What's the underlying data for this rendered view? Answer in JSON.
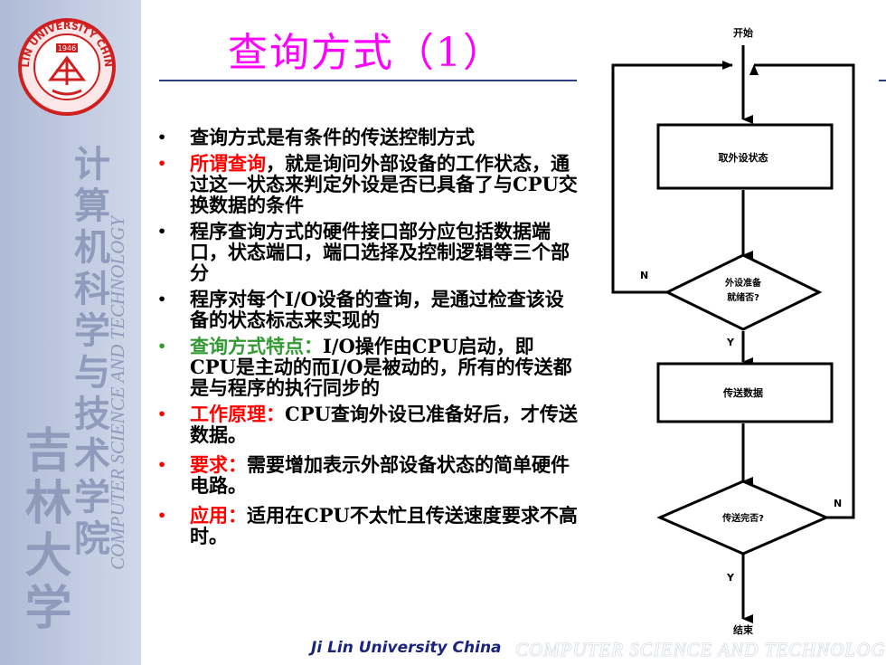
{
  "sidebar": {
    "logo_text": "JILIN UNIVERSITY CHINA",
    "logo_year": "1946",
    "vertical_cn_inner": "计算机科学与技术学院",
    "vertical_cn_outer": "吉林大学",
    "vertical_en": "COMPUTER SCIENCE AND TECHNOLOGY"
  },
  "title": "查询方式（1）",
  "bullets": [
    {
      "parts": [
        {
          "text": "查询方式是有条件的传送控制方式",
          "color": "black"
        }
      ],
      "dot": "black"
    },
    {
      "parts": [
        {
          "text": "所谓查询",
          "color": "red"
        },
        {
          "text": "，就是询问外部设备的工作状态，通过这一状态来判定外设是否已具备了与CPU交换数据的条件",
          "color": "black"
        }
      ],
      "dot": "red"
    },
    {
      "parts": [
        {
          "text": "程序查询方式的硬件接口部分应包括数据端口，状态端口，端口选择及控制逻辑等三个部分",
          "color": "black"
        }
      ],
      "dot": "black"
    },
    {
      "parts": [
        {
          "text": "程序对每个I/O设备的查询，是通过检查该设备的状态标志来实现的",
          "color": "black"
        }
      ],
      "dot": "black"
    },
    {
      "parts": [
        {
          "text": "查询方式特点：",
          "color": "green"
        },
        {
          "text": "I/O操作由CPU启动，即CPU是主动的而I/O是被动的，所有的传送都是与程序的执行同步的",
          "color": "black"
        }
      ],
      "dot": "green"
    },
    {
      "parts": [
        {
          "text": "工作原理：",
          "color": "red"
        },
        {
          "text": "CPU查询外设已准备好后，才传送数据。",
          "color": "black"
        }
      ],
      "dot": "red"
    },
    {
      "parts": [
        {
          "text": "要求：",
          "color": "red"
        },
        {
          "text": "需要增加表示外部设备状态的简单硬件电路。",
          "color": "black"
        }
      ],
      "dot": "red"
    },
    {
      "parts": [
        {
          "text": "应用：",
          "color": "red"
        },
        {
          "text": "适用在CPU不太忙且传送速度要求不高时。",
          "color": "black"
        }
      ],
      "dot": "red"
    }
  ],
  "flowchart": {
    "start": "开始",
    "step1": "取外设状态",
    "decision1_line1": "外设准备",
    "decision1_line2": "就绪否?",
    "step2": "传送数据",
    "decision2": "传送完否?",
    "end": "结束",
    "no_label": "N",
    "yes_label": "Y"
  },
  "footer": {
    "left": "Ji Lin University China",
    "right": "COMPUTER SCIENCE AND TECHNOLOGY"
  },
  "colors": {
    "title": "#ff00ff",
    "highlight_red": "#ff0000",
    "highlight_green": "#339933",
    "rule": "#2c3d87",
    "sidebar": "#c3cde2"
  }
}
